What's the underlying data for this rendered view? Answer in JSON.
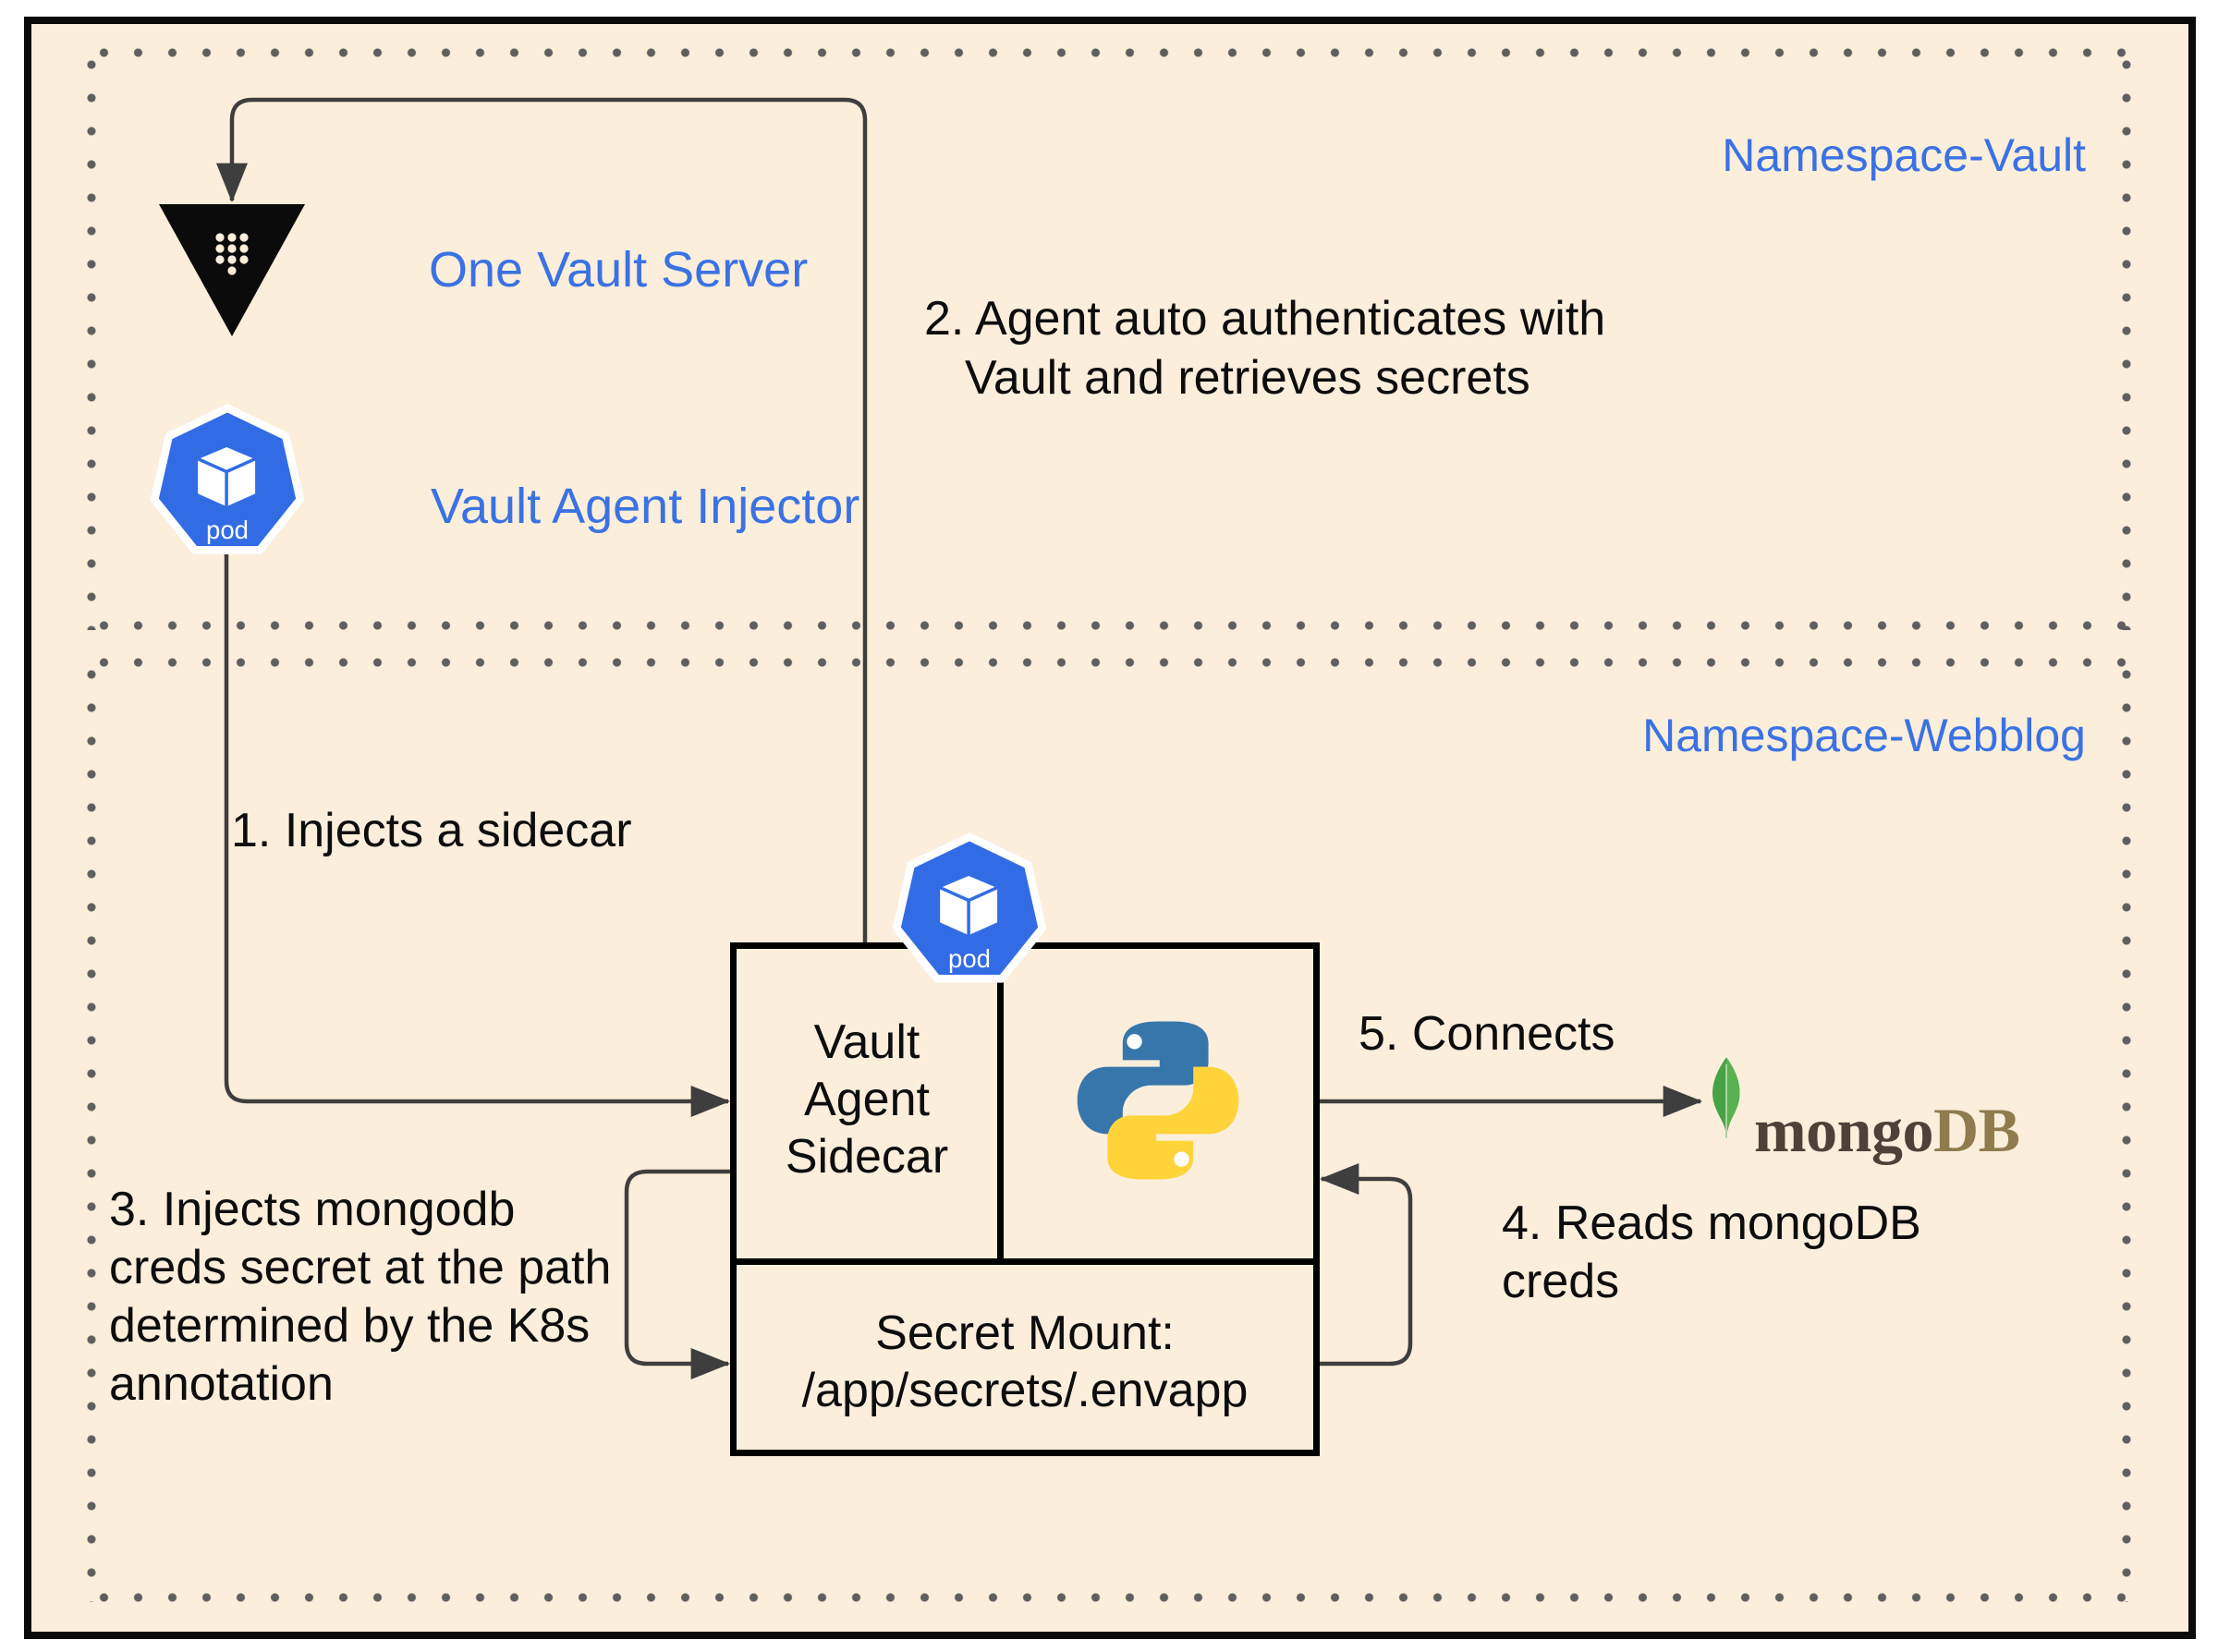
{
  "colors": {
    "background": "#FBEEDB",
    "accent_blue": "#3B72E3",
    "pod_blue": "#326CE5",
    "arrow": "#3E3E3E",
    "dot_gray": "#5F5F5F",
    "box_border": "#000000",
    "vault_black": "#0B0B0B",
    "python_blue": "#3776AB",
    "python_yellow": "#FFD43B",
    "mongo_leaf_green": "#47A247",
    "mongo_text": "#4E4238",
    "mongo_db_text": "#8F7B4E"
  },
  "namespaces": {
    "vault": {
      "label": "Namespace-Vault"
    },
    "webblog": {
      "label": "Namespace-Webblog"
    }
  },
  "nodes": {
    "vault_server": {
      "label": "One Vault Server"
    },
    "vault_agent_injector": {
      "label": "Vault Agent Injector"
    },
    "pod": {
      "label": "pod"
    },
    "sidecar": {
      "label": "Vault Agent Sidecar"
    },
    "secret_mount": {
      "line1": "Secret Mount:",
      "line2": "/app/secrets/.envapp"
    },
    "mongodb": {
      "word_prefix": "mongo",
      "word_suffix": "DB"
    }
  },
  "steps": {
    "s1": "1. Injects a sidecar",
    "s2_line1": "2. Agent auto authenticates with",
    "s2_line2": "Vault and retrieves secrets",
    "s3_lines": [
      "3. Injects mongodb",
      "creds secret at the path",
      "determined by the K8s",
      "annotation"
    ],
    "s4_line1": "4. Reads mongoDB",
    "s4_line2": "creds",
    "s5": "5. Connects"
  }
}
